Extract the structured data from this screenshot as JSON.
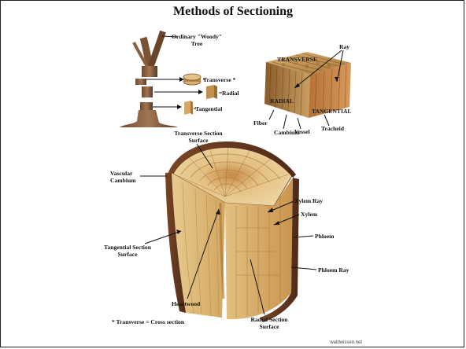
{
  "title": "Methods of Sectioning",
  "labels": {
    "ordinary_tree": "Ordinary \"Woody\"\nTree",
    "transverse_star": "Transverse *",
    "radial": "Radial",
    "tangential": "Tangential",
    "ray": "Ray",
    "block_transverse": "TRANSVERSE",
    "block_radial": "RADIAL",
    "block_tangential": "TANGENTIAL",
    "fiber": "Fiber",
    "cambium": "Cambium",
    "vessel": "Vessel",
    "tracheid": "Tracheid",
    "transverse_section_surface": "Transverse Section\nSurface",
    "vascular_cambium": "Vascular\nCambium",
    "xylem_ray": "Xylem Ray",
    "xylem": "Xylem",
    "phloem": "Phloem",
    "phloem_ray": "Phloem Ray",
    "tangential_section_surface": "Tangential Section\nSurface",
    "heartwood": "Heartwood",
    "radial_section_surface": "Radial Section\nSurface",
    "footnote": "* Transverse = Cross section"
  },
  "credit": "waldwissen.net",
  "colors": {
    "bark": "#6b3c22",
    "wood_light": "#e8c98c",
    "wood_mid": "#d3a45c",
    "wood_dark": "#b47a3a",
    "heart": "#c98f4c"
  }
}
